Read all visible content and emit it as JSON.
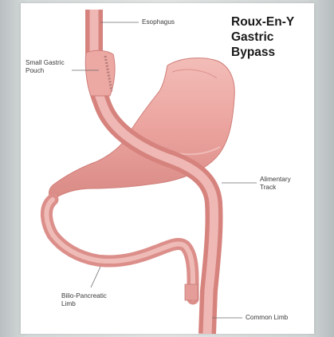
{
  "title": {
    "line1": "Roux-En-Y",
    "line2": "Gastric",
    "line3": "Bypass"
  },
  "labels": {
    "esophagus": "Esophagus",
    "pouch_line1": "Small Gastric",
    "pouch_line2": "Pouch",
    "alimentary_line1": "Alimentary",
    "alimentary_line2": "Track",
    "bilio_line1": "Bilio-Pancreatic",
    "bilio_line2": "Limb",
    "common": "Common Limb"
  },
  "colors": {
    "tissue": "#eeaaa6",
    "tissue_dark": "#d9837f",
    "tissue_light": "#f7cfcb",
    "leader_line": "#6b6b6b"
  }
}
